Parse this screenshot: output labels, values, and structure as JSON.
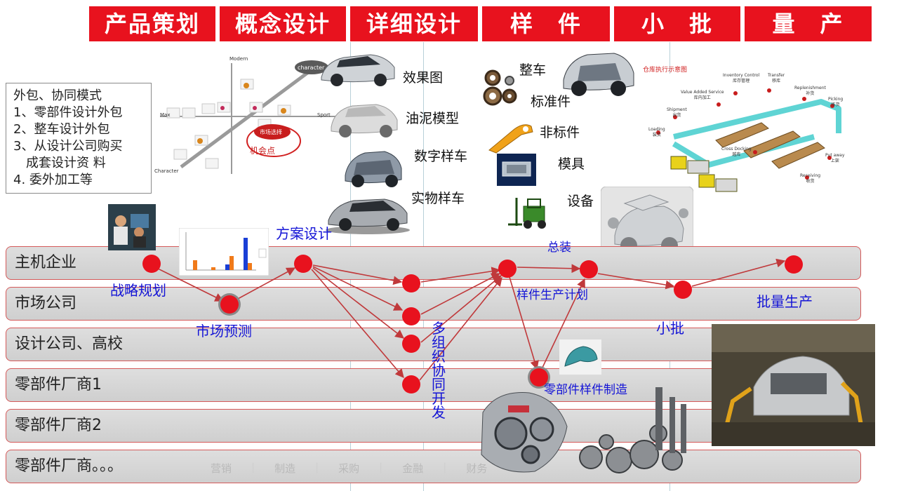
{
  "phases": [
    {
      "label": "产品策划"
    },
    {
      "label": "概念设计"
    },
    {
      "label": "详细设计"
    },
    {
      "label": "样　件"
    },
    {
      "label": "小　批"
    },
    {
      "label": "量　产"
    }
  ],
  "infobox": {
    "lines": [
      "外包、协同模式",
      "1、零部件设计外包",
      "2、整车设计外包",
      "3、从设计公司购买",
      "　成套设计资 料",
      "4. 委外加工等"
    ]
  },
  "concept_labels": {
    "effect": "效果图",
    "clay": "油泥模型",
    "digital": "数字样车",
    "physical": "实物样车"
  },
  "position_map": {
    "axis_top": "Modern",
    "axis_right": "Sport",
    "axis_left": "Character",
    "bubble_character": "character",
    "bubble_market": "市场选择",
    "opportunity": "机会点",
    "left_tick": "Max"
  },
  "sample_labels": {
    "vehicle": "整车",
    "standard": "标准件",
    "nonstandard": "非标件",
    "mold": "模具",
    "equipment": "设备"
  },
  "warehouse": {
    "title": "仓库执行示意图",
    "labels": [
      {
        "en": "Inventory Control",
        "cn": "库存管理"
      },
      {
        "en": "Transfer",
        "cn": "移库"
      },
      {
        "en": "Replenishment",
        "cn": "补货"
      },
      {
        "en": "Picking",
        "cn": "拣货"
      },
      {
        "en": "Value Added Service",
        "cn": "库内加工"
      },
      {
        "en": "Shipment",
        "cn": "出货"
      },
      {
        "en": "Loading",
        "cn": "装货"
      },
      {
        "en": "Cross Docking",
        "cn": "越库"
      },
      {
        "en": "Put away",
        "cn": "上架"
      },
      {
        "en": "Receiving",
        "cn": "收货"
      }
    ]
  },
  "lanes": [
    {
      "label": "主机企业"
    },
    {
      "label": "市场公司"
    },
    {
      "label": "设计公司、高校"
    },
    {
      "label": "零部件厂商1"
    },
    {
      "label": "零部件厂商2"
    },
    {
      "label": "零部件厂商。。。"
    }
  ],
  "flow_labels": {
    "strategy": "战略规划",
    "market_forecast": "市场预测",
    "scheme": "方案设计",
    "multi_org": "多\n组\n织\n协\n同\n开\n发",
    "sample_plan": "样件生产计划",
    "assembly": "总装",
    "small_batch": "小批",
    "mass": "批量生产",
    "parts_sample": "零部件样件制造"
  },
  "footer_menu": [
    "营销",
    "制造",
    "采购",
    "金融",
    "财务"
  ],
  "colors": {
    "phase_red": "#e8121e",
    "node_red": "#e8121e",
    "flow_blue": "#1414d6",
    "arrow": "#c0393b"
  }
}
